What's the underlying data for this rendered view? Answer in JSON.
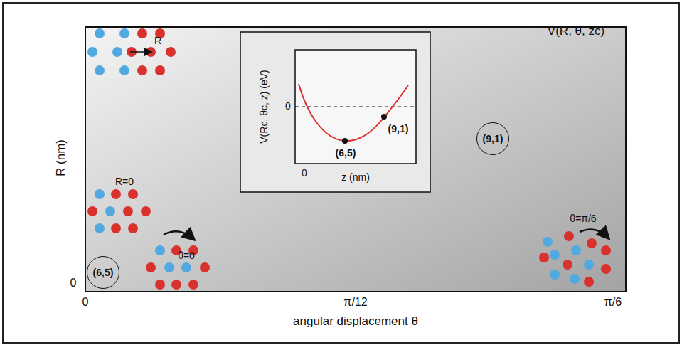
{
  "diagram": {
    "nodes": [
      {
        "text": [
          "(6,5)"
        ]
      },
      {
        "text": [
          "(9,1)"
        ]
      }
    ],
    "labels": [
      "R (nm)",
      "0",
      "0",
      "π/12",
      "π/6",
      "angular displacement θ",
      "V(R, θ, zc)",
      "V(Rc, θc, z) (eV)",
      "0",
      "0",
      "z (nm)",
      "(6,5)",
      "(9,1)",
      "R",
      "R=0",
      "θ=0",
      "θ=π/6"
    ]
  }
}
